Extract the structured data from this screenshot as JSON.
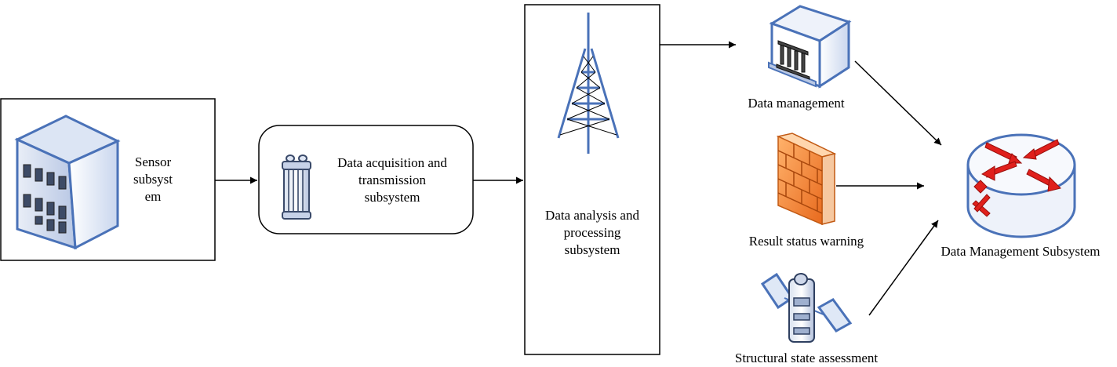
{
  "diagram": {
    "nodes": {
      "sensor": {
        "label_lines": [
          "Sensor",
          "subsyst",
          "em"
        ],
        "icon": "office-building-icon"
      },
      "acquisition": {
        "label_lines": [
          "Data acquisition and",
          "transmission",
          "subsystem"
        ],
        "icon": "data-cylinder-icon"
      },
      "analysis": {
        "label_lines": [
          "Data analysis and",
          "processing",
          "subsystem"
        ],
        "icon": "radio-tower-icon"
      },
      "data_management": {
        "label": "Data management",
        "icon": "server-box-icon"
      },
      "warning": {
        "label": "Result status warning",
        "icon": "firewall-icon"
      },
      "assessment": {
        "label": "Structural state assessment",
        "icon": "satellite-icon"
      },
      "management_subsystem": {
        "label": "Data Management Subsystem",
        "icon": "router-icon"
      }
    },
    "colors": {
      "icon_blue": "#4a72b8",
      "firewall_orange": "#f08a3c",
      "router_red": "#e0201c",
      "line": "#000000"
    }
  }
}
